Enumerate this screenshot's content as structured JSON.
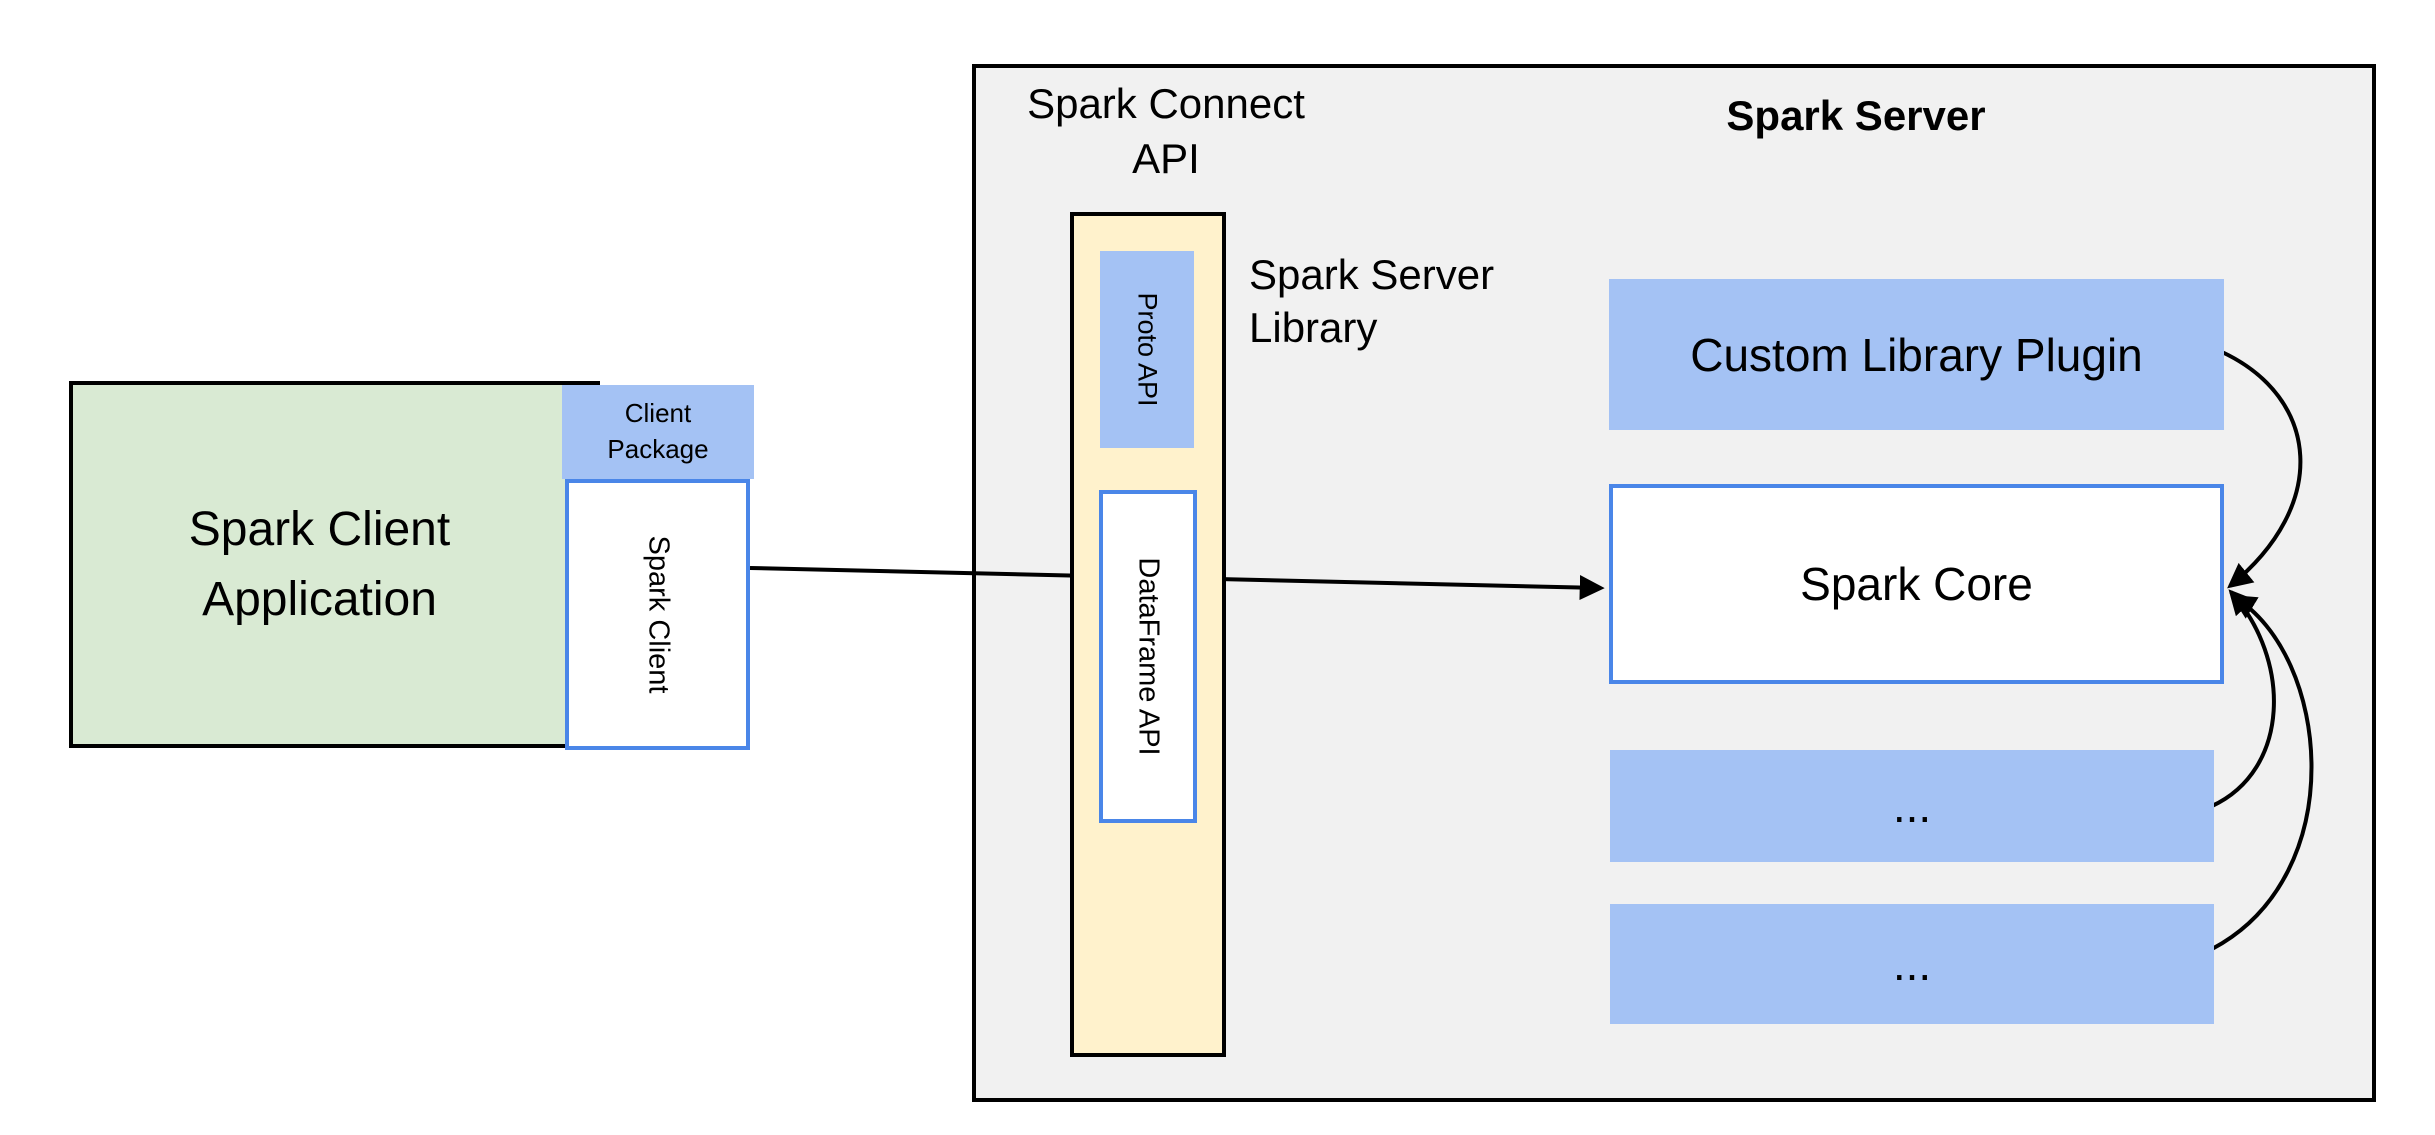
{
  "diagram": {
    "client": {
      "application_label": "Spark Client Application",
      "package_label": "Client Package",
      "client_label": "Spark Client"
    },
    "connect": {
      "title": "Spark Connect API",
      "proto_api_label": "Proto API",
      "dataframe_api_label": "DataFrame API",
      "server_library_label": "Spark Server Library"
    },
    "server": {
      "title": "Spark Server",
      "plugin_label": "Custom Library Plugin",
      "core_label": "Spark Core",
      "ellipsis_boxes": [
        "...",
        "..."
      ]
    },
    "colors": {
      "green_fill": "#d9ead3",
      "blue_fill": "#a4c2f4",
      "yellow_fill": "#fff2cc",
      "gray_fill": "#f1f1f1",
      "blue_border": "#4a86e8",
      "line_color": "#000000"
    }
  }
}
